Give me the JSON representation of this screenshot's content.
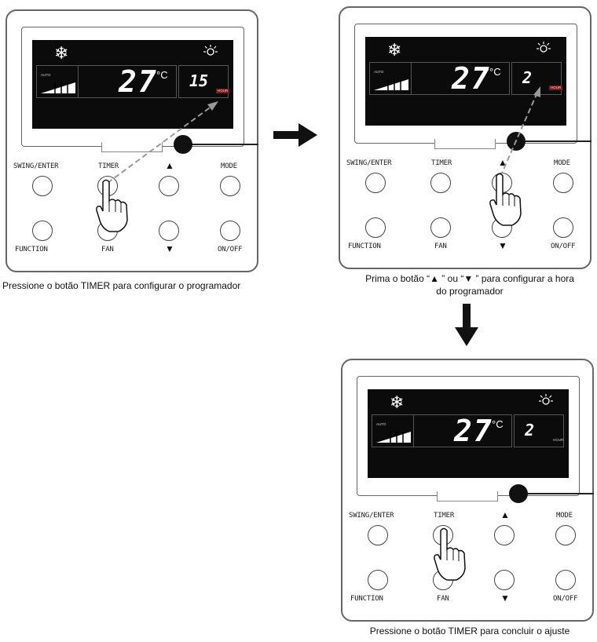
{
  "panels": [
    {
      "temp": "27",
      "unit": "°C",
      "timer_value": "15",
      "hour_label": "HOUR",
      "auto_label": "AUTO",
      "buttons": {
        "swing_enter": "SWING/ENTER",
        "timer": "TIMER",
        "up": "▲",
        "mode": "MODE",
        "function": "FUNCTION",
        "fan": "FAN",
        "down": "▼",
        "on_off": "ON/OFF"
      },
      "caption": "Pressione o botão TIMER para configurar o programador"
    },
    {
      "temp": "27",
      "unit": "°C",
      "timer_value": "2",
      "hour_label": "HOUR",
      "auto_label": "AUTO",
      "buttons": {
        "swing_enter": "SWING/ENTER",
        "timer": "TIMER",
        "up": "▲",
        "mode": "MODE",
        "function": "FUNCTION",
        "fan": "FAN",
        "down": "▼",
        "on_off": "ON/OFF"
      },
      "caption_line1": "Prima o botão “▲ ” ou “▼ ” para configurar a hora",
      "caption_line2": "do programador"
    },
    {
      "temp": "27",
      "unit": "°C",
      "timer_value": "2",
      "hour_label": "HOUR",
      "auto_label": "AUTO",
      "buttons": {
        "swing_enter": "SWING/ENTER",
        "timer": "TIMER",
        "up": "▲",
        "mode": "MODE",
        "function": "FUNCTION",
        "fan": "FAN",
        "down": "▼",
        "on_off": "ON/OFF"
      },
      "caption": "Pressione o botão TIMER para concluir o ajuste"
    }
  ],
  "icons": {
    "mode": "snowflake-icon",
    "timer": "bulb-icon",
    "pointer": "hand-pointer-icon",
    "flow_right": "arrow-right-icon",
    "flow_down": "arrow-down-icon"
  }
}
